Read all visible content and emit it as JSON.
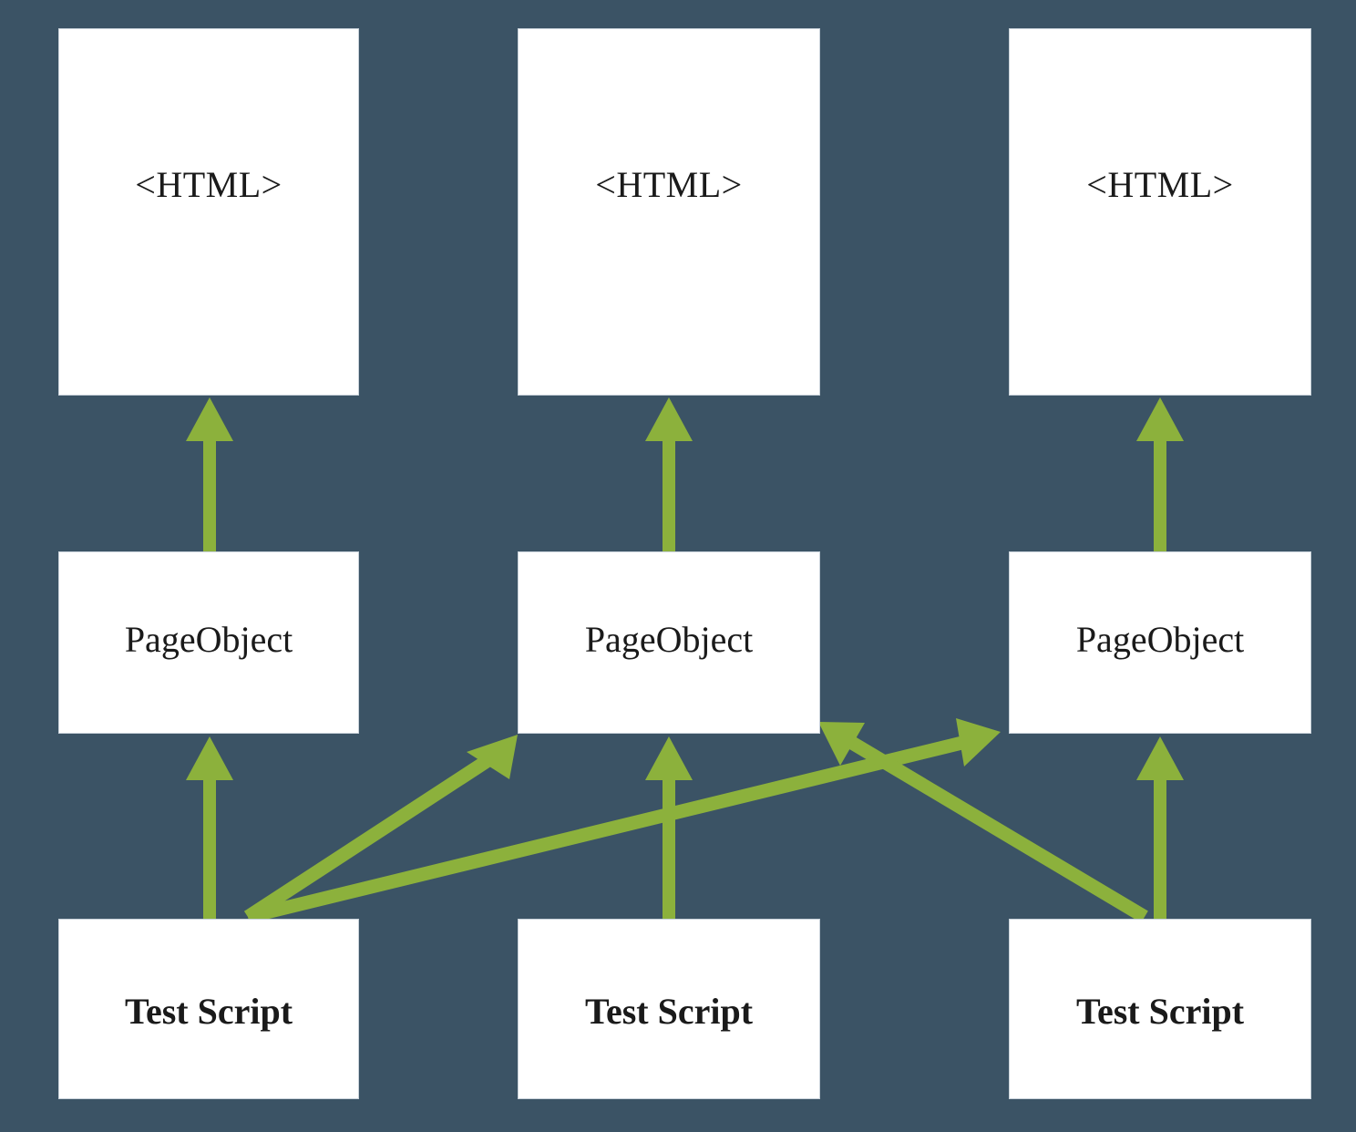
{
  "diagram": {
    "type": "page-object-model-layered-diagram",
    "colors": {
      "background": "#3b5365",
      "box_fill": "#ffffff",
      "box_border": "#c9d2da",
      "arrow": "#8cb13c",
      "text": "#1a1a1a"
    },
    "columns": 3,
    "rows": [
      {
        "name": "html-layer",
        "label": "<HTML>"
      },
      {
        "name": "pageobject-layer",
        "label": "PageObject"
      },
      {
        "name": "testscript-layer",
        "label": "Test Script"
      }
    ],
    "nodes": {
      "html": [
        {
          "id": "html-1",
          "label": "<HTML>"
        },
        {
          "id": "html-2",
          "label": "<HTML>"
        },
        {
          "id": "html-3",
          "label": "<HTML>"
        }
      ],
      "pageobject": [
        {
          "id": "pageobject-1",
          "label": "PageObject"
        },
        {
          "id": "pageobject-2",
          "label": "PageObject"
        },
        {
          "id": "pageobject-3",
          "label": "PageObject"
        }
      ],
      "testscript": [
        {
          "id": "testscript-1",
          "label": "Test Script"
        },
        {
          "id": "testscript-2",
          "label": "Test Script"
        },
        {
          "id": "testscript-3",
          "label": "Test Script"
        }
      ]
    },
    "edges": [
      {
        "id": "edge-po1-html1",
        "from": "pageobject-1",
        "to": "html-1",
        "style": "vertical-arrow"
      },
      {
        "id": "edge-po2-html2",
        "from": "pageobject-2",
        "to": "html-2",
        "style": "vertical-arrow"
      },
      {
        "id": "edge-po3-html3",
        "from": "pageobject-3",
        "to": "html-3",
        "style": "vertical-arrow"
      },
      {
        "id": "edge-ts1-po1",
        "from": "testscript-1",
        "to": "pageobject-1",
        "style": "vertical-arrow"
      },
      {
        "id": "edge-ts2-po2",
        "from": "testscript-2",
        "to": "pageobject-2",
        "style": "vertical-arrow"
      },
      {
        "id": "edge-ts3-po3",
        "from": "testscript-3",
        "to": "pageobject-3",
        "style": "vertical-arrow"
      },
      {
        "id": "edge-ts1-po2",
        "from": "testscript-1",
        "to": "pageobject-2",
        "style": "diagonal-arrow"
      },
      {
        "id": "edge-ts1-po3",
        "from": "testscript-1",
        "to": "pageobject-3",
        "style": "diagonal-arrow"
      },
      {
        "id": "edge-ts3-po2",
        "from": "testscript-3",
        "to": "pageobject-2",
        "style": "diagonal-arrow"
      }
    ]
  }
}
